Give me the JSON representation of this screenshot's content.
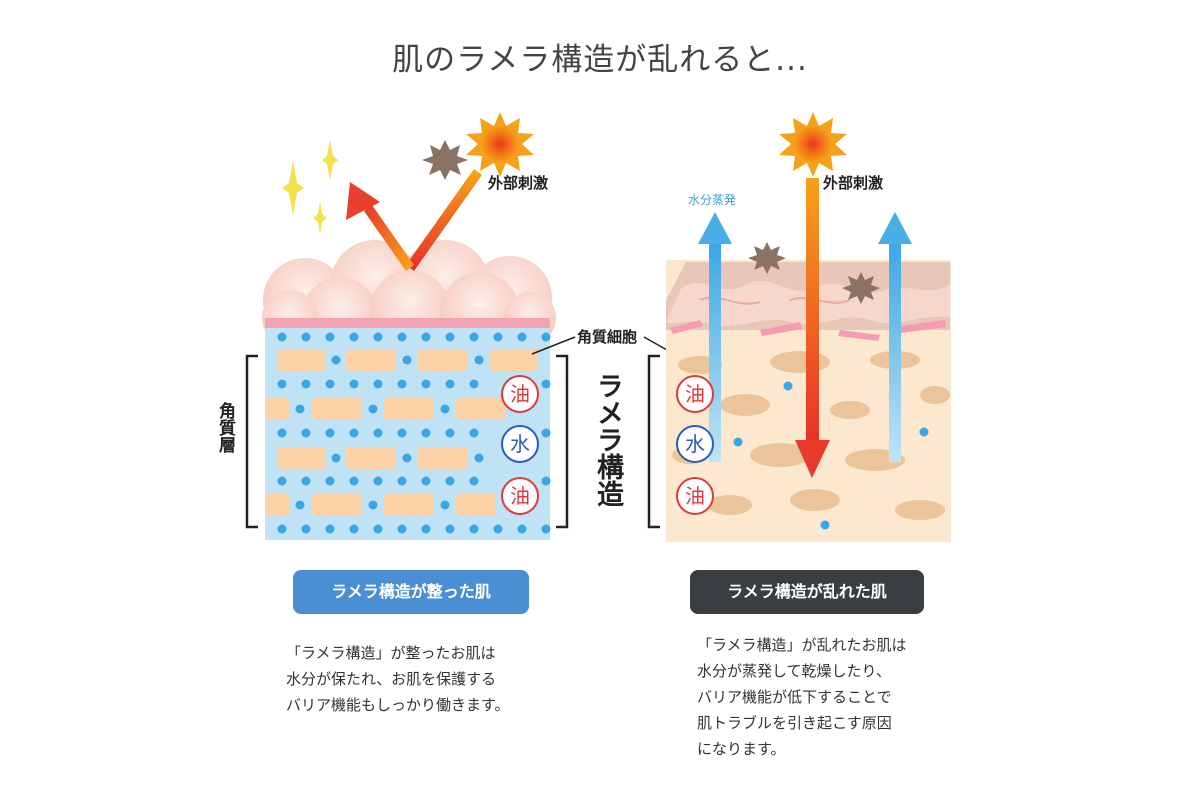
{
  "title": "肌のラメラ構造が乱れると...",
  "left": {
    "external_label": "外部刺激",
    "stratum_label": "角質層",
    "badges": [
      "油",
      "水",
      "油"
    ],
    "button": "ラメラ構造が整った肌",
    "description": "「ラメラ構造」が整ったお肌は\n水分が保たれ、お肌を保護する\nバリア機能もしっかり働きます。"
  },
  "center": {
    "cell_label": "角質細胞",
    "structure_label": "ラメラ構造"
  },
  "right": {
    "external_label": "外部刺激",
    "evaporation_label": "水分蒸発",
    "badges": [
      "油",
      "水",
      "油"
    ],
    "button": "ラメラ構造が乱れた肌",
    "description": "「ラメラ構造」が乱れたお肌は\n水分が蒸発して乾燥したり、\nバリア機能が低下することで\n肌トラブルを引き起こす原因\nになります。"
  },
  "colors": {
    "button_healthy": "#4a8fd4",
    "button_damaged": "#3a3d41",
    "oil": "#e03a3a",
    "water": "#2a5bbf",
    "arrow_reflect": "#f05a28",
    "arrow_damage": "#e83a2a",
    "evaporation_arrow": "#4aaee6",
    "healthy_layer": "#bfe3f5",
    "damaged_layer": "#fbe8cf"
  }
}
